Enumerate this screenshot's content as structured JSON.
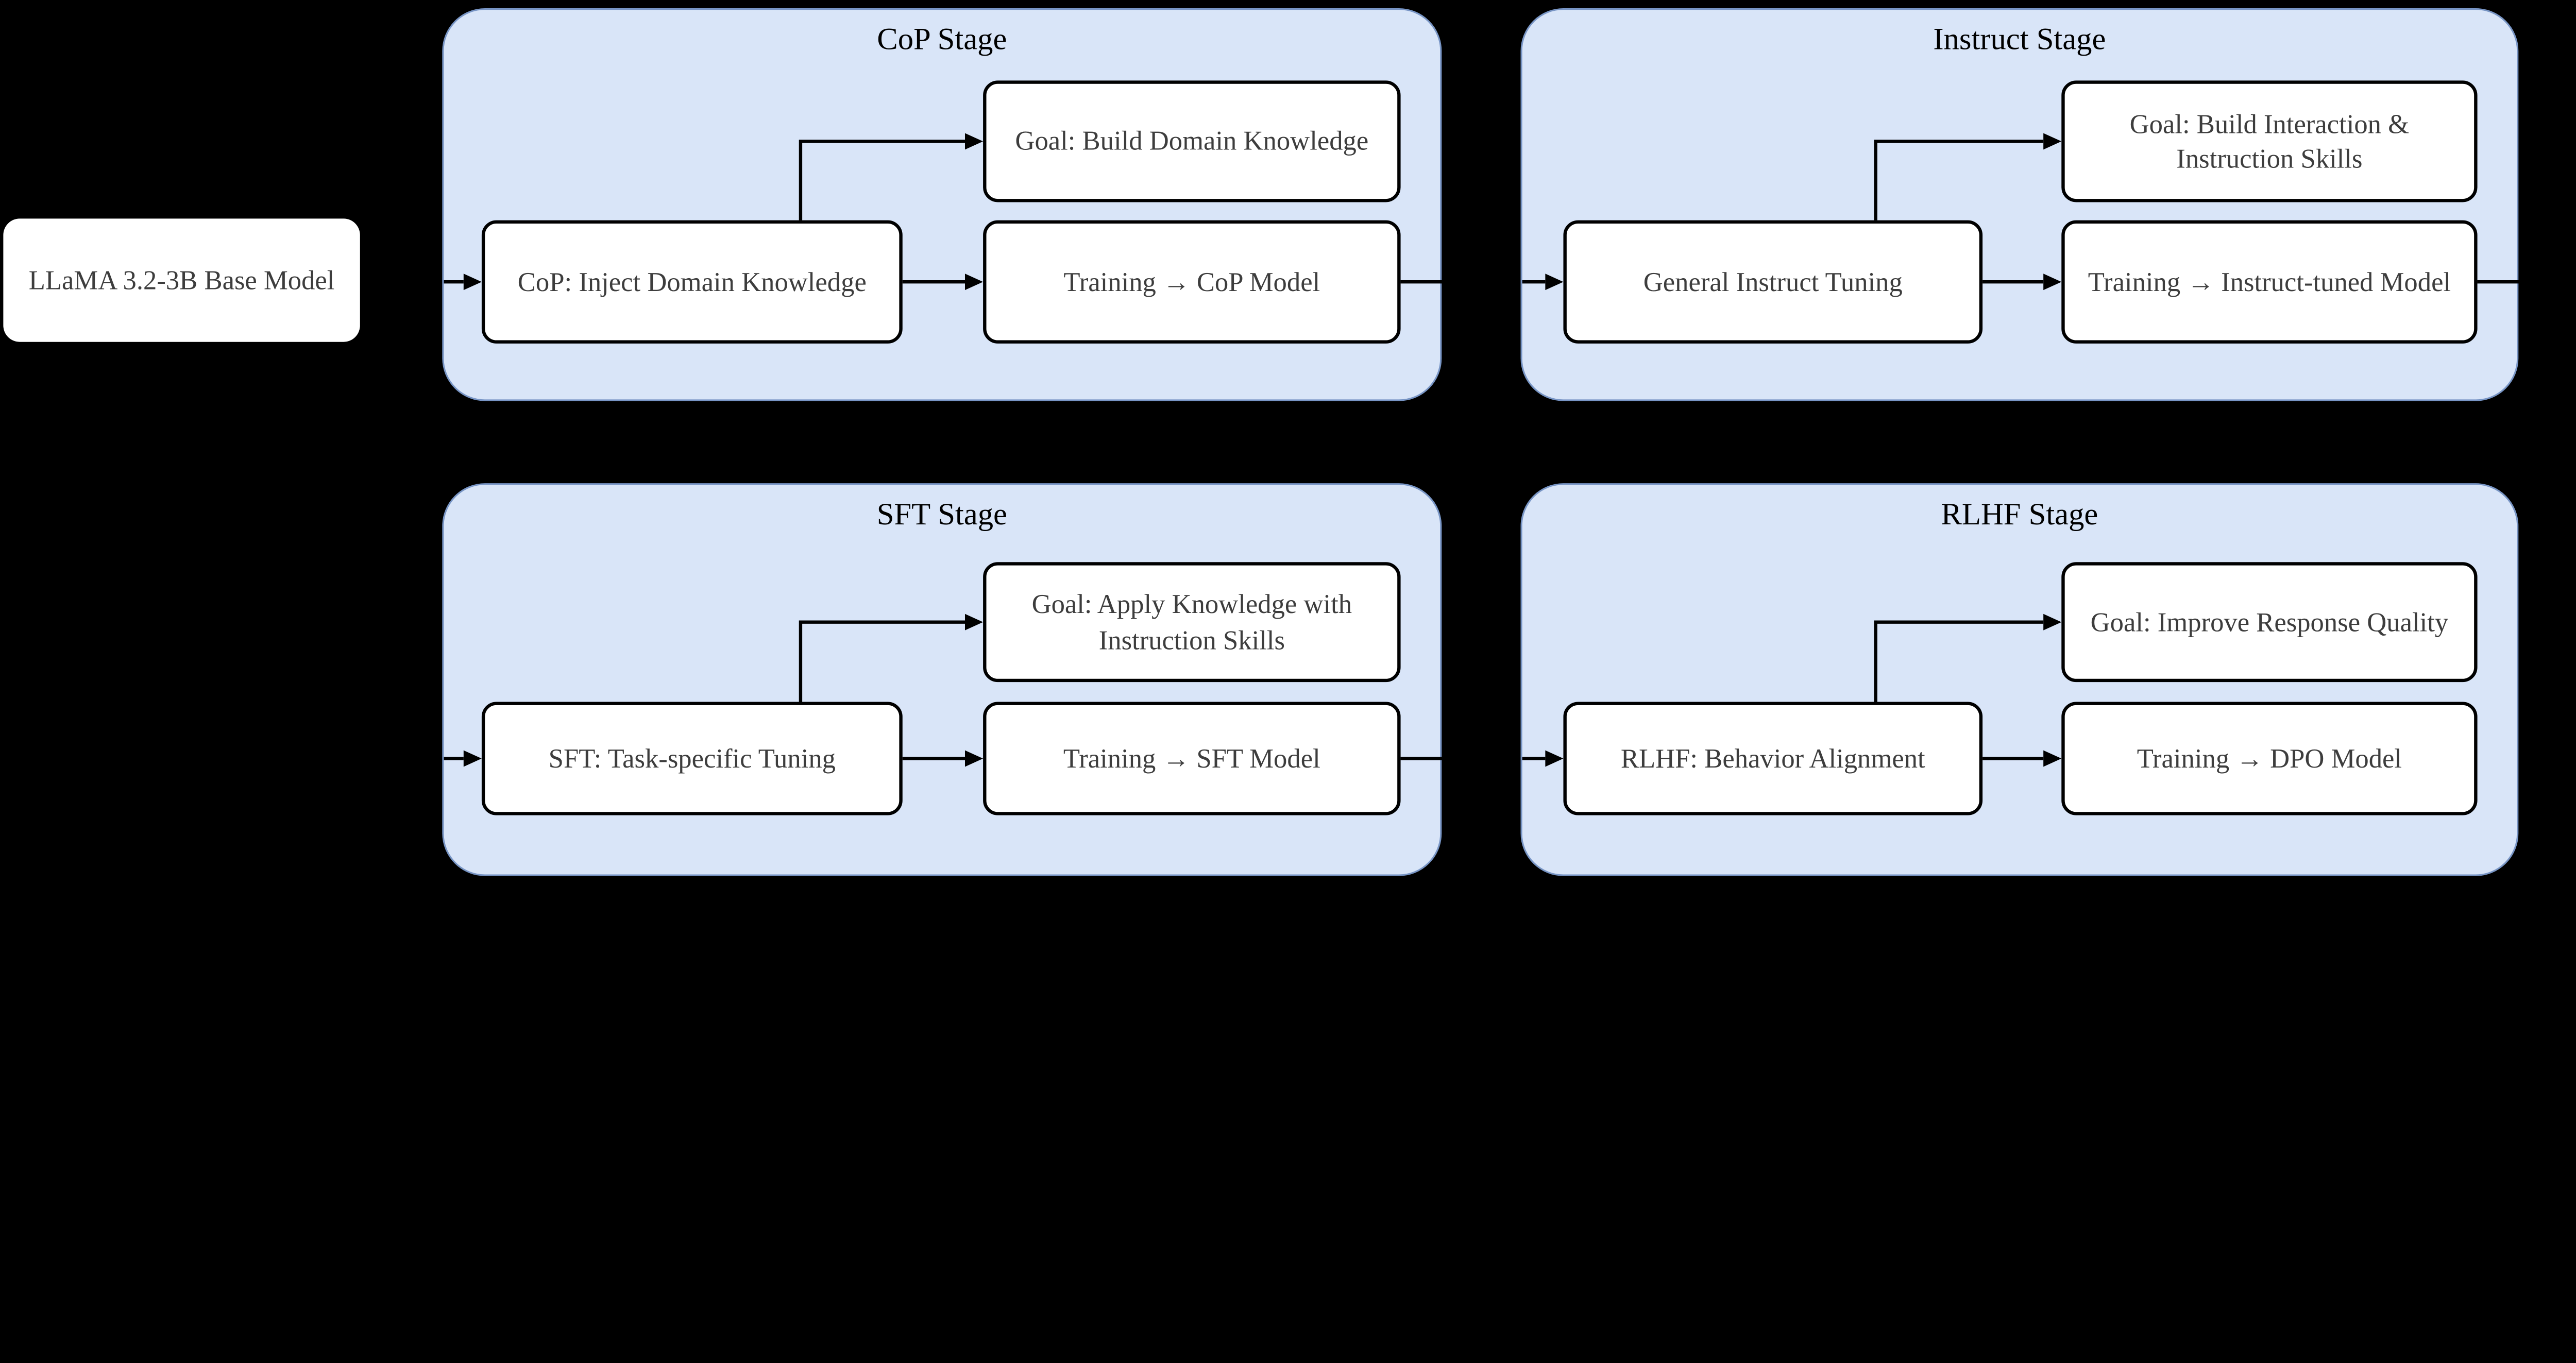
{
  "diagram": {
    "background": "#000000",
    "base_model": {
      "label": "LLaMA 3.2-3B Base Model"
    },
    "stages": [
      {
        "title": "CoP Stage",
        "main": "CoP: Inject Domain Knowledge",
        "goal": "Goal: Build Domain Knowledge",
        "training": "Training → CoP Model"
      },
      {
        "title": "Instruct Stage",
        "main": "General Instruct Tuning",
        "goal": "Goal: Build Interaction & Instruction Skills",
        "training": "Training → Instruct-tuned Model"
      },
      {
        "title": "SFT Stage",
        "main": "SFT: Task-specific Tuning",
        "goal": "Goal: Apply Knowledge with Instruction Skills",
        "training": "Training → SFT Model"
      },
      {
        "title": "RLHF Stage",
        "main": "RLHF: Behavior Alignment",
        "goal": "Goal: Improve Response Quality",
        "training": "Training → DPO Model"
      }
    ],
    "colors": {
      "background": "#000000",
      "stage_fill": "#d9e5f8",
      "stage_border": "#7895c5",
      "node_fill": "#ffffff",
      "node_border": "#000000",
      "node_text": "#3d3d3d",
      "title_text": "#000000",
      "edge": "#000000"
    }
  }
}
